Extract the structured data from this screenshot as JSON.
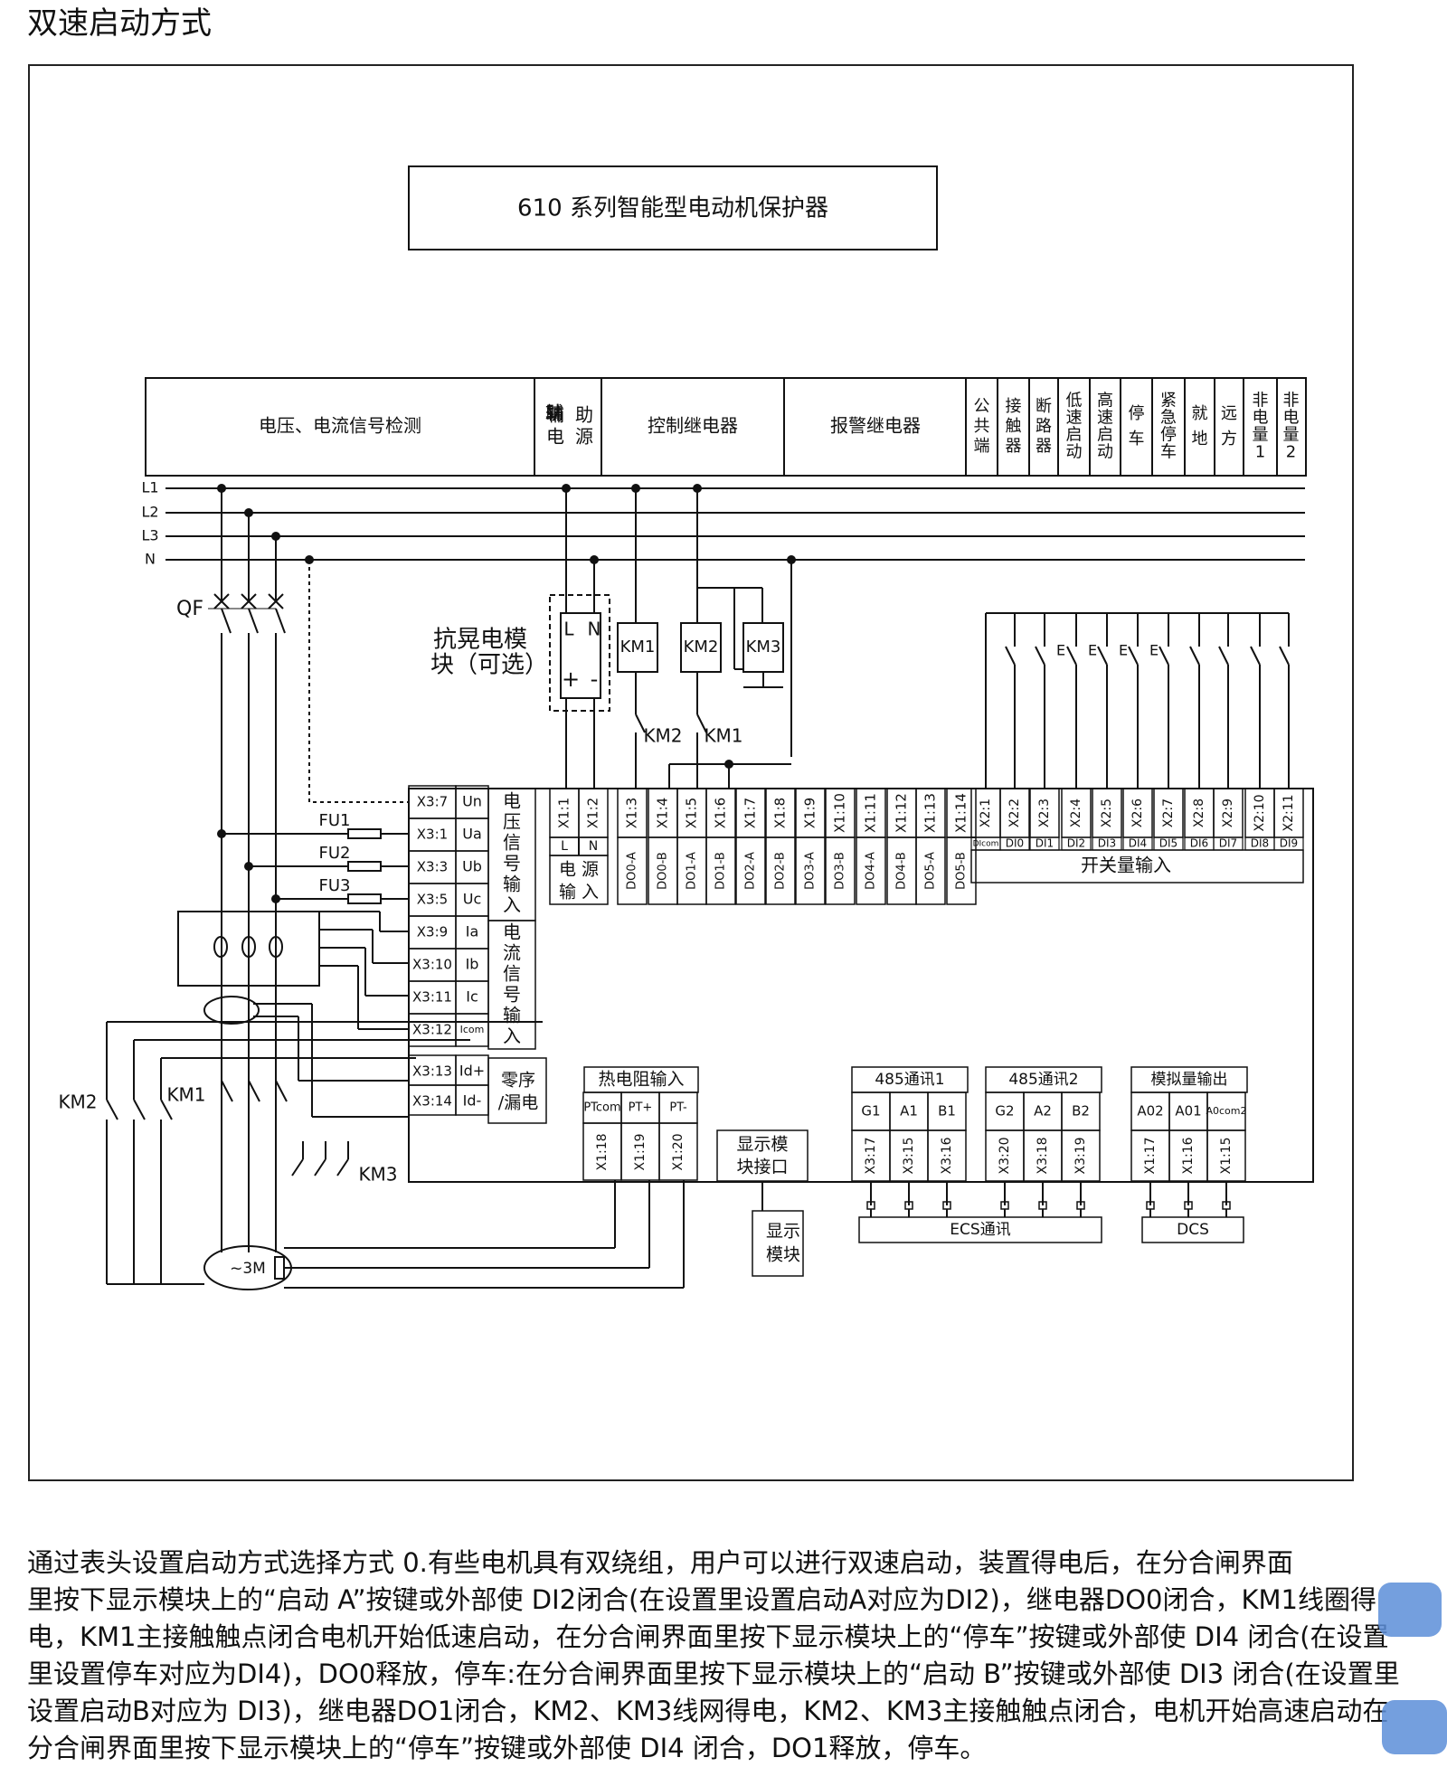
{
  "page_title": "双速启动方式",
  "device_title": "610 系列智能型电动机保护器",
  "header_sections": {
    "detect": "电压、电流信号检测",
    "aux_power": [
      "辅",
      "助",
      "电",
      "源"
    ],
    "control_relay": "控制继电器",
    "alarm_relay": "报警继电器",
    "vertical": [
      [
        "公",
        "共",
        "端"
      ],
      [
        "接",
        "触",
        "器"
      ],
      [
        "断",
        "路",
        "器"
      ],
      [
        "低",
        "速",
        "启",
        "动"
      ],
      [
        "高",
        "速",
        "启",
        "动"
      ],
      [
        "停",
        "车"
      ],
      [
        "紧",
        "急",
        "停",
        "车"
      ],
      [
        "就",
        "地"
      ],
      [
        "远",
        "方"
      ],
      [
        "非",
        "电",
        "量",
        "1"
      ],
      [
        "非",
        "电",
        "量",
        "2"
      ]
    ]
  },
  "buses": [
    "L1",
    "L2",
    "L3",
    "N"
  ],
  "breaker_label": "QF",
  "fuses": [
    "FU1",
    "FU2",
    "FU3"
  ],
  "anti_sway": [
    "抗晃电模",
    "块（可选）"
  ],
  "module_terminals": [
    "L",
    "N",
    "+",
    "-"
  ],
  "coils": [
    "KM1",
    "KM2",
    "KM3"
  ],
  "interlocks": [
    "KM2",
    "KM1"
  ],
  "contactors": [
    "KM2",
    "KM1",
    "KM3"
  ],
  "motor_label": "~3M",
  "x3_rows": [
    {
      "term": "X3:7",
      "sig": "Un"
    },
    {
      "term": "X3:1",
      "sig": "Ua"
    },
    {
      "term": "X3:3",
      "sig": "Ub"
    },
    {
      "term": "X3:5",
      "sig": "Uc"
    },
    {
      "term": "X3:9",
      "sig": "Ia"
    },
    {
      "term": "X3:10",
      "sig": "Ib"
    },
    {
      "term": "X3:11",
      "sig": "Ic"
    },
    {
      "term": "X3:12",
      "sig": "Icom"
    },
    {
      "term": "X3:13",
      "sig": "Id+"
    },
    {
      "term": "X3:14",
      "sig": "Id-"
    }
  ],
  "voltage_input_label": [
    "电",
    "压",
    "信",
    "号",
    "输",
    "入"
  ],
  "current_input_label": [
    "电",
    "流",
    "信",
    "号",
    "输",
    "入"
  ],
  "zero_seq_label": [
    "零序",
    "/漏电"
  ],
  "x1_terms": [
    "X1:1",
    "X1:2",
    "X1:3",
    "X1:4",
    "X1:5",
    "X1:6",
    "X1:7",
    "X1:8",
    "X1:9",
    "X1:10",
    "X1:11",
    "X1:12",
    "X1:13",
    "X1:14"
  ],
  "power_ln": [
    "L",
    "N"
  ],
  "power_input_label": [
    "电 源",
    "输 入"
  ],
  "do_labels": [
    "DO0-A",
    "DO0-B",
    "DO1-A",
    "DO1-B",
    "DO2-A",
    "DO2-B",
    "DO3-A",
    "DO3-B",
    "DO4-A",
    "DO4-B",
    "DO5-A",
    "DO5-B"
  ],
  "x2_terms": [
    "X2:1",
    "X2:2",
    "X2:3",
    "X2:4",
    "X2:5",
    "X2:6",
    "X2:7",
    "X2:8",
    "X2:9",
    "X2:10",
    "X2:11"
  ],
  "di_labels": [
    "DIcom",
    "DI0",
    "DI1",
    "DI2",
    "DI3",
    "DI4",
    "DI5",
    "DI6",
    "DI7",
    "DI8",
    "DI9"
  ],
  "switch_input_label": "开关量输入",
  "thermal": {
    "title": "热电阻输入",
    "sigs": [
      "PTcom",
      "PT+",
      "PT-"
    ],
    "terms": [
      "X1:18",
      "X1:19",
      "X1:20"
    ]
  },
  "display_port": [
    "显示模",
    "块接口"
  ],
  "display_module": [
    "显示",
    "模块"
  ],
  "rs485_1": {
    "title": "485通讯1",
    "sigs": [
      "G1",
      "A1",
      "B1"
    ],
    "terms": [
      "X3:17",
      "X3:15",
      "X3:16"
    ]
  },
  "rs485_2": {
    "title": "485通讯2",
    "sigs": [
      "G2",
      "A2",
      "B2"
    ],
    "terms": [
      "X3:20",
      "X3:18",
      "X3:19"
    ]
  },
  "analog_out": {
    "title": "模拟量输出",
    "sigs": [
      "A02",
      "A01",
      "A0com2"
    ],
    "terms": [
      "X1:17",
      "X1:16",
      "X1:15"
    ]
  },
  "ecs_label": "ECS通讯",
  "dcs_label": "DCS",
  "paragraph": [
    "        通过表头设置启动方式选择方式 0.有些电机具有双绕组，用户可以进行双速启动，装置得电后，在分合闸界面",
    "里按下显示模块上的“启动 A”按键或外部使 DI2闭合(在设置里设置启动A对应为DI2)，继电器DO0闭合，KM1线圈得",
    "电，KM1主接触触点闭合电机开始低速启动，在分合闸界面里按下显示模块上的“停车”按键或外部使 DI4 闭合(在设置",
    "里设置停车对应为DI4)，DO0释放，停车:在分合闸界面里按下显示模块上的“启动 B”按键或外部使 DI3 闭合(在设置里",
    "设置启动B对应为 DI3)，继电器DO1闭合，KM2、KM3线网得电，KM2、KM3主接触触点闭合，电机开始高速启动在",
    "分合闸界面里按下显示模块上的“停车”按键或外部使 DI4 闭合，DO1释放，停车。"
  ]
}
